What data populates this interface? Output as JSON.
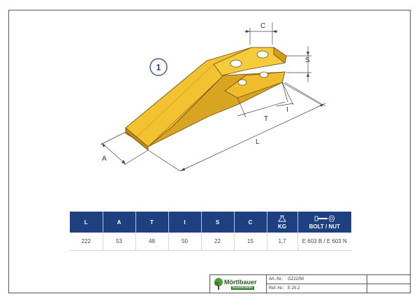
{
  "drawing": {
    "callout": "1",
    "dimensions": {
      "c": "C",
      "s": "S",
      "i": "I",
      "t": "T",
      "l": "L",
      "a": "A"
    }
  },
  "table": {
    "headers": [
      "L",
      "A",
      "T",
      "I",
      "S",
      "C",
      "KG",
      "BOLT / NUT"
    ],
    "row": [
      "222",
      "53",
      "48",
      "50",
      "22",
      "15",
      "1,7",
      "E 603 B / E 603 N"
    ]
  },
  "title_block": {
    "logo_text": "Mörtlbauer",
    "logo_sub": "BAUMASCHINEN",
    "art_label": "Art.-Nr.:",
    "art_value": "GZ22/50",
    "ref_label": "Ref.-Nr.:",
    "ref_value": "E 20.2"
  },
  "colors": {
    "tooth_yellow": "#f2c230",
    "tooth_shadow": "#c8961b",
    "header_blue": "#1e3f80",
    "callout_blue": "#1f3b73"
  }
}
